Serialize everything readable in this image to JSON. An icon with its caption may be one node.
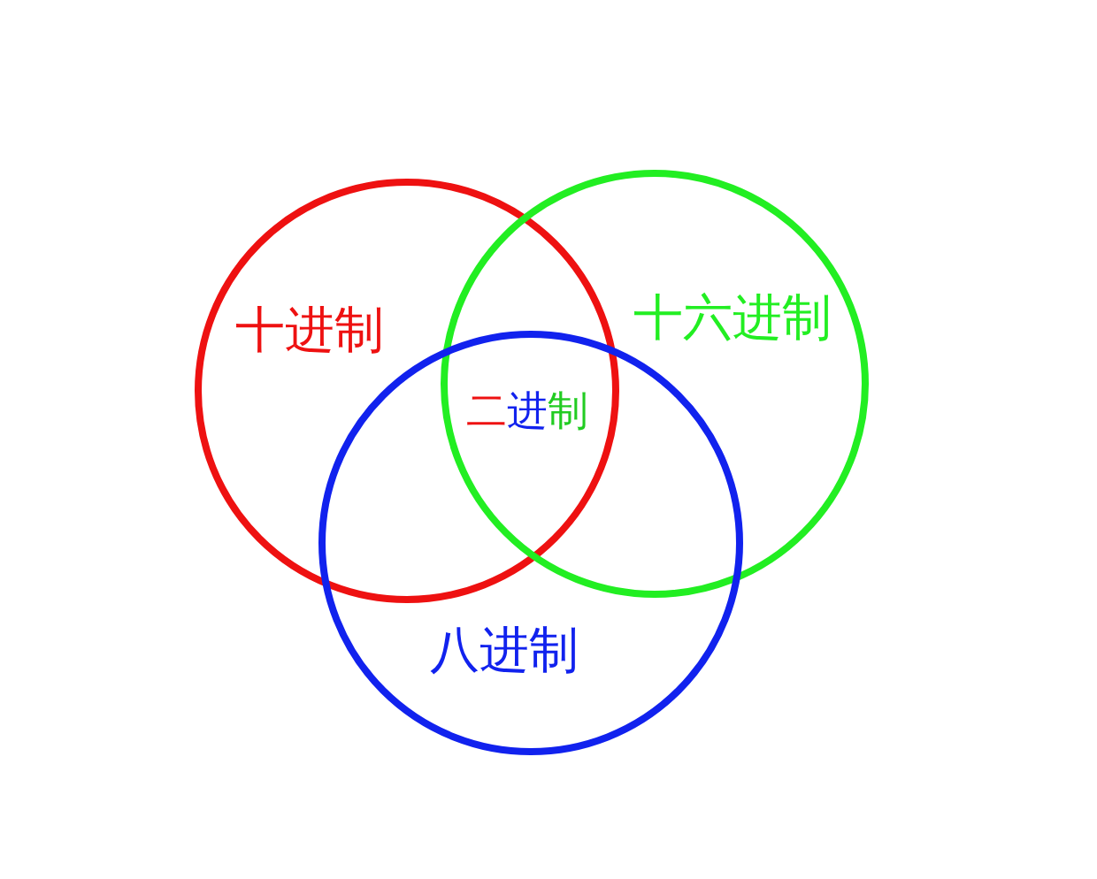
{
  "diagram": {
    "nodes": [
      {
        "text": [
          "十进制"
        ]
      },
      {
        "text": [
          "十六进制"
        ]
      },
      {
        "text": [
          "八进制"
        ]
      }
    ],
    "labels": [
      "二进制"
    ]
  }
}
